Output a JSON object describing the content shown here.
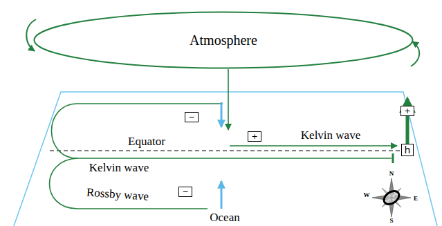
{
  "diagram": {
    "nodes": [
      {
        "text": [
          "Atmosphere"
        ]
      },
      {
        "text": [
          "+"
        ]
      },
      {
        "text": [
          "−"
        ]
      },
      {
        "text": [
          "+"
        ]
      },
      {
        "text": [
          "h"
        ]
      },
      {
        "text": [
          "−"
        ]
      }
    ],
    "edges": [
      {
        "from": 4,
        "to": 0,
        "arrow": "to"
      }
    ],
    "labels": [
      "Kelvin wave",
      "Equator",
      "Kelvin wave",
      "Rossby wave",
      "Ocean",
      "N",
      "W",
      "E",
      "S"
    ]
  }
}
